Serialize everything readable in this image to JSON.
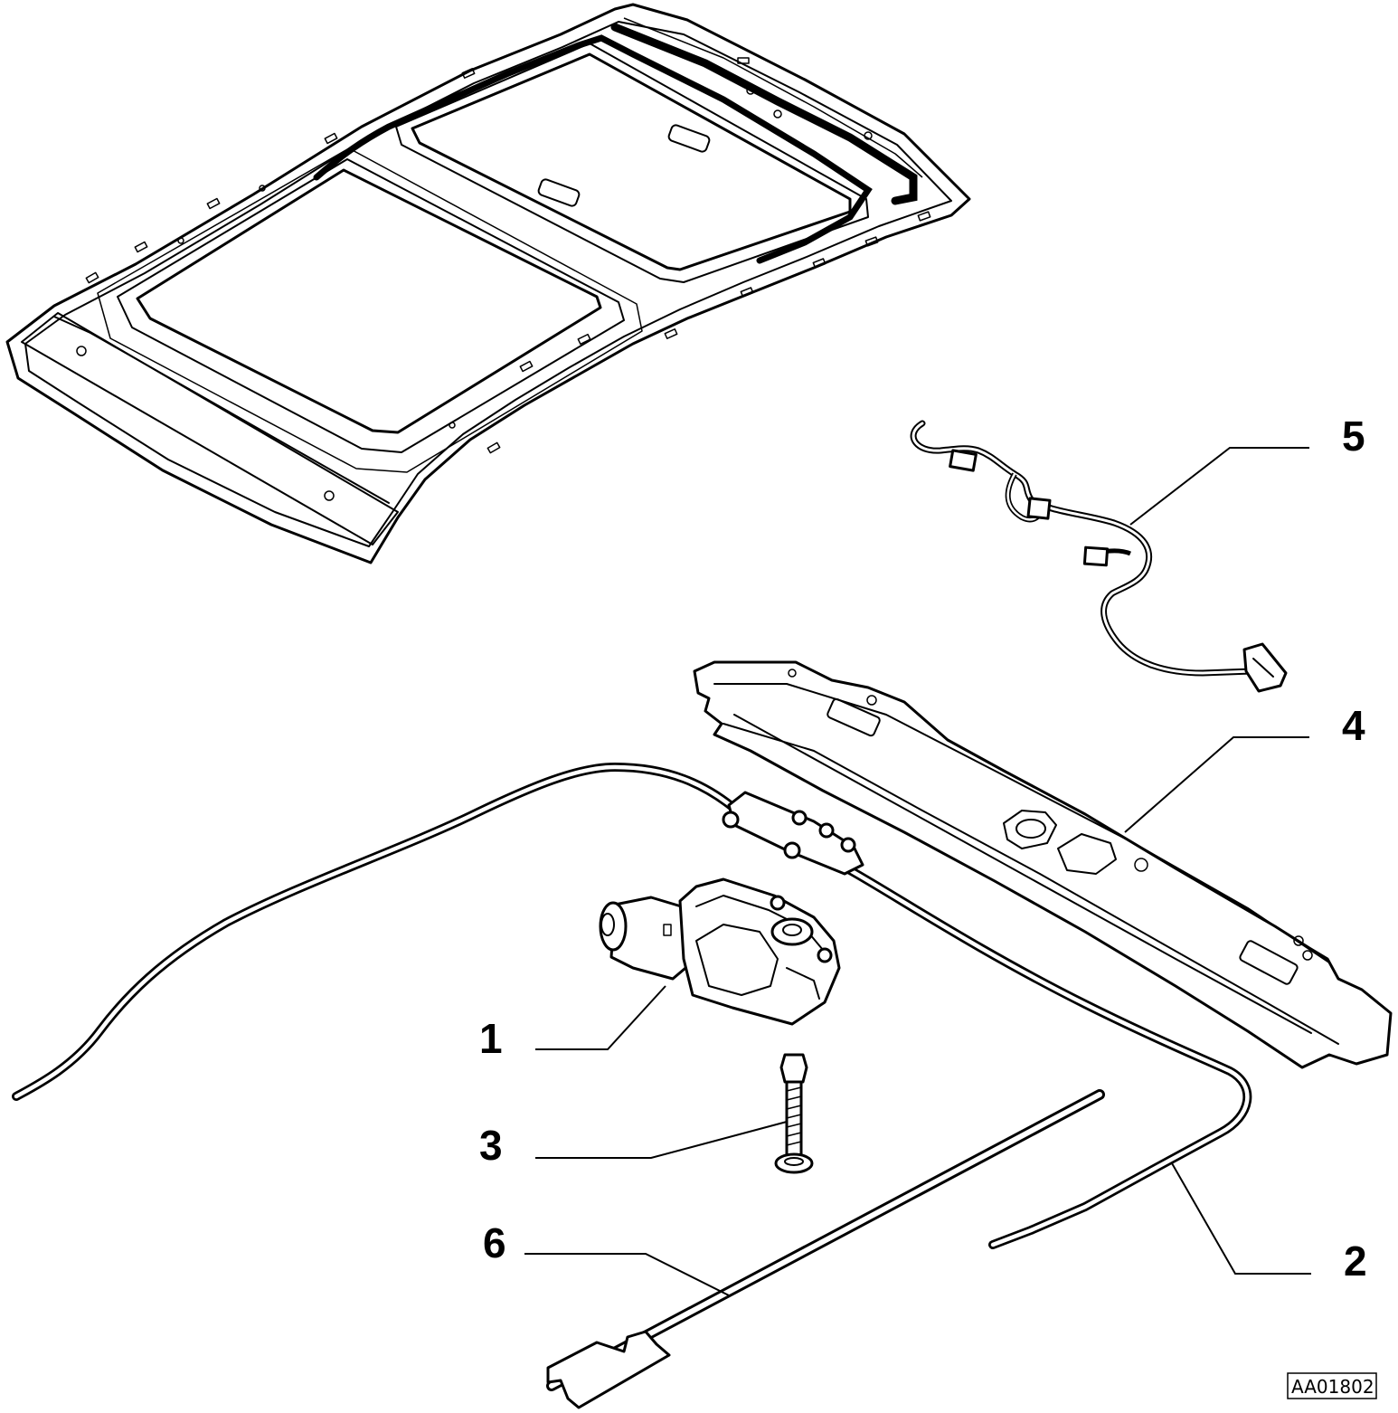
{
  "callouts": [
    {
      "id": "1",
      "label": "1"
    },
    {
      "id": "2",
      "label": "2"
    },
    {
      "id": "3",
      "label": "3"
    },
    {
      "id": "4",
      "label": "4"
    },
    {
      "id": "5",
      "label": "5"
    },
    {
      "id": "6",
      "label": "6"
    }
  ],
  "reference_code": "AA01802"
}
